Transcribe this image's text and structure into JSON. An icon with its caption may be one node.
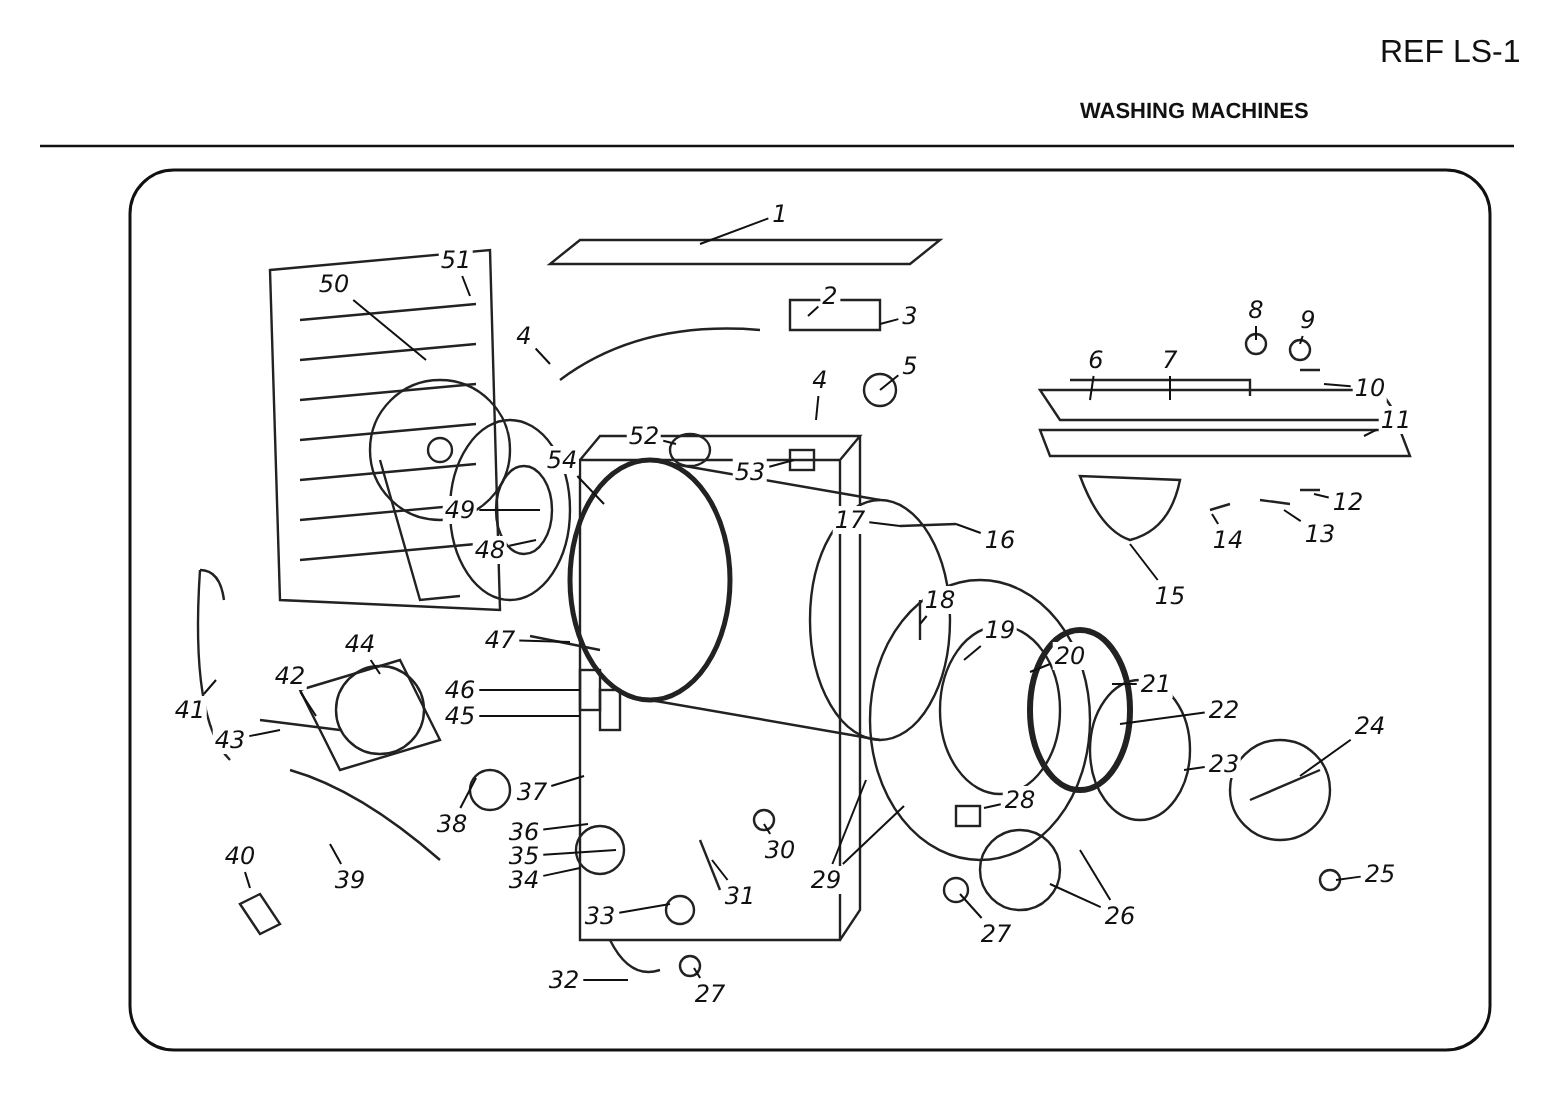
{
  "diagram": {
    "nodes": [
      {
        "text": [
          "1"
        ]
      },
      {
        "text": [
          "2"
        ]
      },
      {
        "text": [
          "3"
        ]
      },
      {
        "text": [
          "4"
        ]
      },
      {
        "text": [
          "4"
        ]
      },
      {
        "text": [
          "5"
        ]
      },
      {
        "text": [
          "6"
        ]
      },
      {
        "text": [
          "7"
        ]
      },
      {
        "text": [
          "8"
        ]
      },
      {
        "text": [
          "9"
        ]
      },
      {
        "text": [
          "10"
        ]
      },
      {
        "text": [
          "11"
        ]
      },
      {
        "text": [
          "12"
        ]
      },
      {
        "text": [
          "13"
        ]
      },
      {
        "text": [
          "14"
        ]
      },
      {
        "text": [
          "15"
        ]
      },
      {
        "text": [
          "16"
        ]
      },
      {
        "text": [
          "17"
        ]
      },
      {
        "text": [
          "18"
        ]
      },
      {
        "text": [
          "19"
        ]
      },
      {
        "text": [
          "20"
        ]
      },
      {
        "text": [
          "21"
        ]
      },
      {
        "text": [
          "22"
        ]
      },
      {
        "text": [
          "23"
        ]
      },
      {
        "text": [
          "24"
        ]
      },
      {
        "text": [
          "25"
        ]
      },
      {
        "text": [
          "26"
        ]
      },
      {
        "text": [
          "27"
        ]
      },
      {
        "text": [
          "27"
        ]
      },
      {
        "text": [
          "28"
        ]
      },
      {
        "text": [
          "29"
        ]
      },
      {
        "text": [
          "30"
        ]
      },
      {
        "text": [
          "31"
        ]
      },
      {
        "text": [
          "32"
        ]
      },
      {
        "text": [
          "33"
        ]
      },
      {
        "text": [
          "34"
        ]
      },
      {
        "text": [
          "35"
        ]
      },
      {
        "text": [
          "36"
        ]
      },
      {
        "text": [
          "37"
        ]
      },
      {
        "text": [
          "38"
        ]
      },
      {
        "text": [
          "39"
        ]
      },
      {
        "text": [
          "40"
        ]
      },
      {
        "text": [
          "41"
        ]
      },
      {
        "text": [
          "42"
        ]
      },
      {
        "text": [
          "43"
        ]
      },
      {
        "text": [
          "44"
        ]
      },
      {
        "text": [
          "45"
        ]
      },
      {
        "text": [
          "46"
        ]
      },
      {
        "text": [
          "47"
        ]
      },
      {
        "text": [
          "48"
        ]
      },
      {
        "text": [
          "49"
        ]
      },
      {
        "text": [
          "50"
        ]
      },
      {
        "text": [
          "51"
        ]
      },
      {
        "text": [
          "52"
        ]
      },
      {
        "text": [
          "53"
        ]
      },
      {
        "text": [
          "54"
        ]
      }
    ],
    "edges": [
      {
        "from": 0,
        "to": null,
        "arrow": "none"
      },
      {
        "from": 1,
        "to": null,
        "arrow": "none"
      },
      {
        "from": 2,
        "to": null,
        "arrow": "none"
      },
      {
        "from": 3,
        "to": null,
        "arrow": "none"
      },
      {
        "from": 4,
        "to": null,
        "arrow": "none"
      },
      {
        "from": 5,
        "to": null,
        "arrow": "none"
      },
      {
        "from": 6,
        "to": null,
        "arrow": "none"
      },
      {
        "from": 7,
        "to": null,
        "arrow": "none"
      },
      {
        "from": 8,
        "to": null,
        "arrow": "none"
      },
      {
        "from": 9,
        "to": null,
        "arrow": "none"
      },
      {
        "from": 10,
        "to": null,
        "arrow": "none"
      },
      {
        "from": 11,
        "to": null,
        "arrow": "none"
      },
      {
        "from": 12,
        "to": null,
        "arrow": "none"
      },
      {
        "from": 13,
        "to": null,
        "arrow": "none"
      },
      {
        "from": 14,
        "to": null,
        "arrow": "none"
      },
      {
        "from": 15,
        "to": null,
        "arrow": "none"
      },
      {
        "from": 16,
        "to": null,
        "arrow": "none"
      },
      {
        "from": 17,
        "to": null,
        "arrow": "none"
      },
      {
        "from": 18,
        "to": null,
        "arrow": "none"
      },
      {
        "from": 19,
        "to": null,
        "arrow": "none"
      },
      {
        "from": 20,
        "to": null,
        "arrow": "none"
      },
      {
        "from": 21,
        "to": null,
        "arrow": "none"
      },
      {
        "from": 22,
        "to": null,
        "arrow": "none"
      },
      {
        "from": 23,
        "to": null,
        "arrow": "none"
      },
      {
        "from": 24,
        "to": null,
        "arrow": "none"
      },
      {
        "from": 25,
        "to": null,
        "arrow": "none"
      },
      {
        "from": 26,
        "to": null,
        "arrow": "none"
      },
      {
        "from": 26,
        "to": null,
        "arrow": "none"
      },
      {
        "from": 27,
        "to": null,
        "arrow": "none"
      },
      {
        "from": 28,
        "to": null,
        "arrow": "none"
      },
      {
        "from": 29,
        "to": null,
        "arrow": "none"
      },
      {
        "from": 30,
        "to": null,
        "arrow": "none"
      },
      {
        "from": 30,
        "to": null,
        "arrow": "none"
      },
      {
        "from": 31,
        "to": null,
        "arrow": "none"
      },
      {
        "from": 32,
        "to": null,
        "arrow": "none"
      },
      {
        "from": 33,
        "to": null,
        "arrow": "none"
      },
      {
        "from": 34,
        "to": null,
        "arrow": "none"
      },
      {
        "from": 35,
        "to": null,
        "arrow": "none"
      },
      {
        "from": 36,
        "to": null,
        "arrow": "none"
      },
      {
        "from": 37,
        "to": null,
        "arrow": "none"
      },
      {
        "from": 38,
        "to": null,
        "arrow": "none"
      },
      {
        "from": 39,
        "to": null,
        "arrow": "none"
      },
      {
        "from": 40,
        "to": null,
        "arrow": "none"
      },
      {
        "from": 41,
        "to": null,
        "arrow": "none"
      },
      {
        "from": 42,
        "to": null,
        "arrow": "none"
      },
      {
        "from": 43,
        "to": null,
        "arrow": "none"
      },
      {
        "from": 44,
        "to": null,
        "arrow": "none"
      },
      {
        "from": 45,
        "to": null,
        "arrow": "none"
      },
      {
        "from": 46,
        "to": null,
        "arrow": "none"
      },
      {
        "from": 47,
        "to": null,
        "arrow": "none"
      },
      {
        "from": 48,
        "to": null,
        "arrow": "none"
      },
      {
        "from": 49,
        "to": null,
        "arrow": "none"
      },
      {
        "from": 50,
        "to": null,
        "arrow": "none"
      },
      {
        "from": 51,
        "to": null,
        "arrow": "none"
      },
      {
        "from": 52,
        "to": null,
        "arrow": "none"
      },
      {
        "from": 53,
        "to": null,
        "arrow": "none"
      },
      {
        "from": 54,
        "to": null,
        "arrow": "none"
      },
      {
        "from": 55,
        "to": null,
        "arrow": "none"
      }
    ],
    "labels": [
      "REF LS-1",
      "WASHING MACHINES"
    ]
  }
}
